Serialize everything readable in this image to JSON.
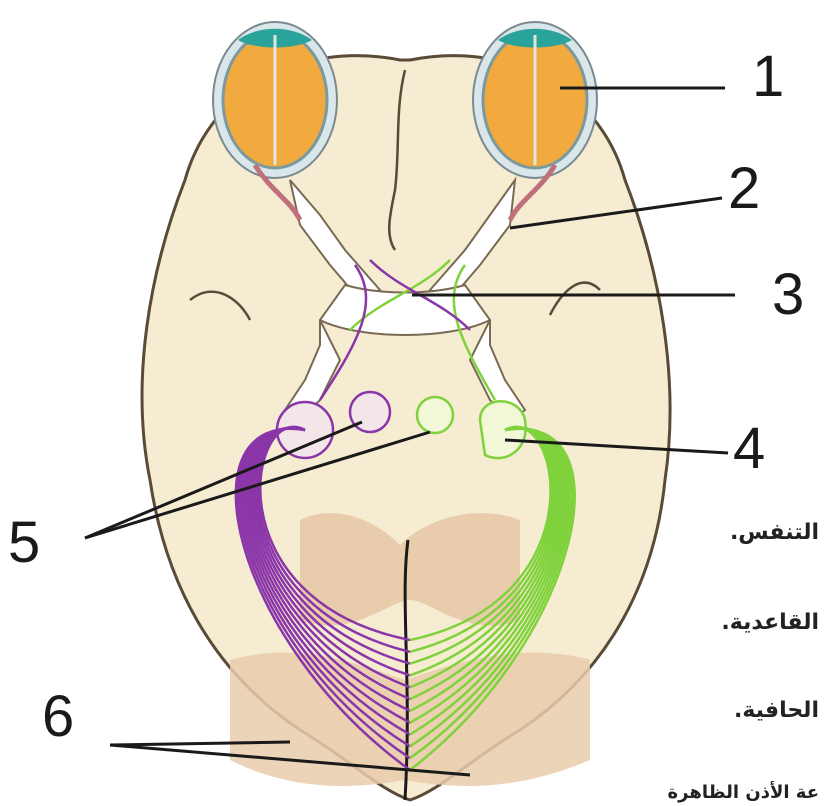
{
  "labels": [
    "1",
    "2",
    "3",
    "4",
    "5",
    "6"
  ],
  "side_text": [
    "التنفس.",
    "القاعدية.",
    "الحافية.",
    "عة الأذن الظاهرة"
  ],
  "colors": {
    "brain": "#f6ecd2",
    "brain_outline": "#5a4a38",
    "eye_fill": "#f2a93e",
    "eye_cap": "#2aa39a",
    "left_tract": "#8a35a8",
    "right_tract": "#7fd23c",
    "cerebellum": "#e9ccab",
    "pointer": "#1a1a1a"
  }
}
